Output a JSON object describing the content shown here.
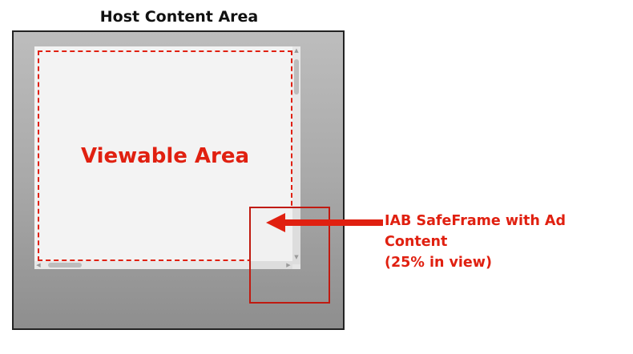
{
  "diagram": {
    "host_title": "Host Content Area",
    "viewable_label": "Viewable Area",
    "safeframe_label_line1": "IAB SafeFrame with Ad Content",
    "safeframe_label_line2": "(25% in view)",
    "colors": {
      "accent": "#e02010",
      "frame_border": "#c01a10",
      "host_border": "#222222",
      "viewport_bg": "#f3f3f3"
    },
    "safeframe_in_view_percent": 25
  }
}
